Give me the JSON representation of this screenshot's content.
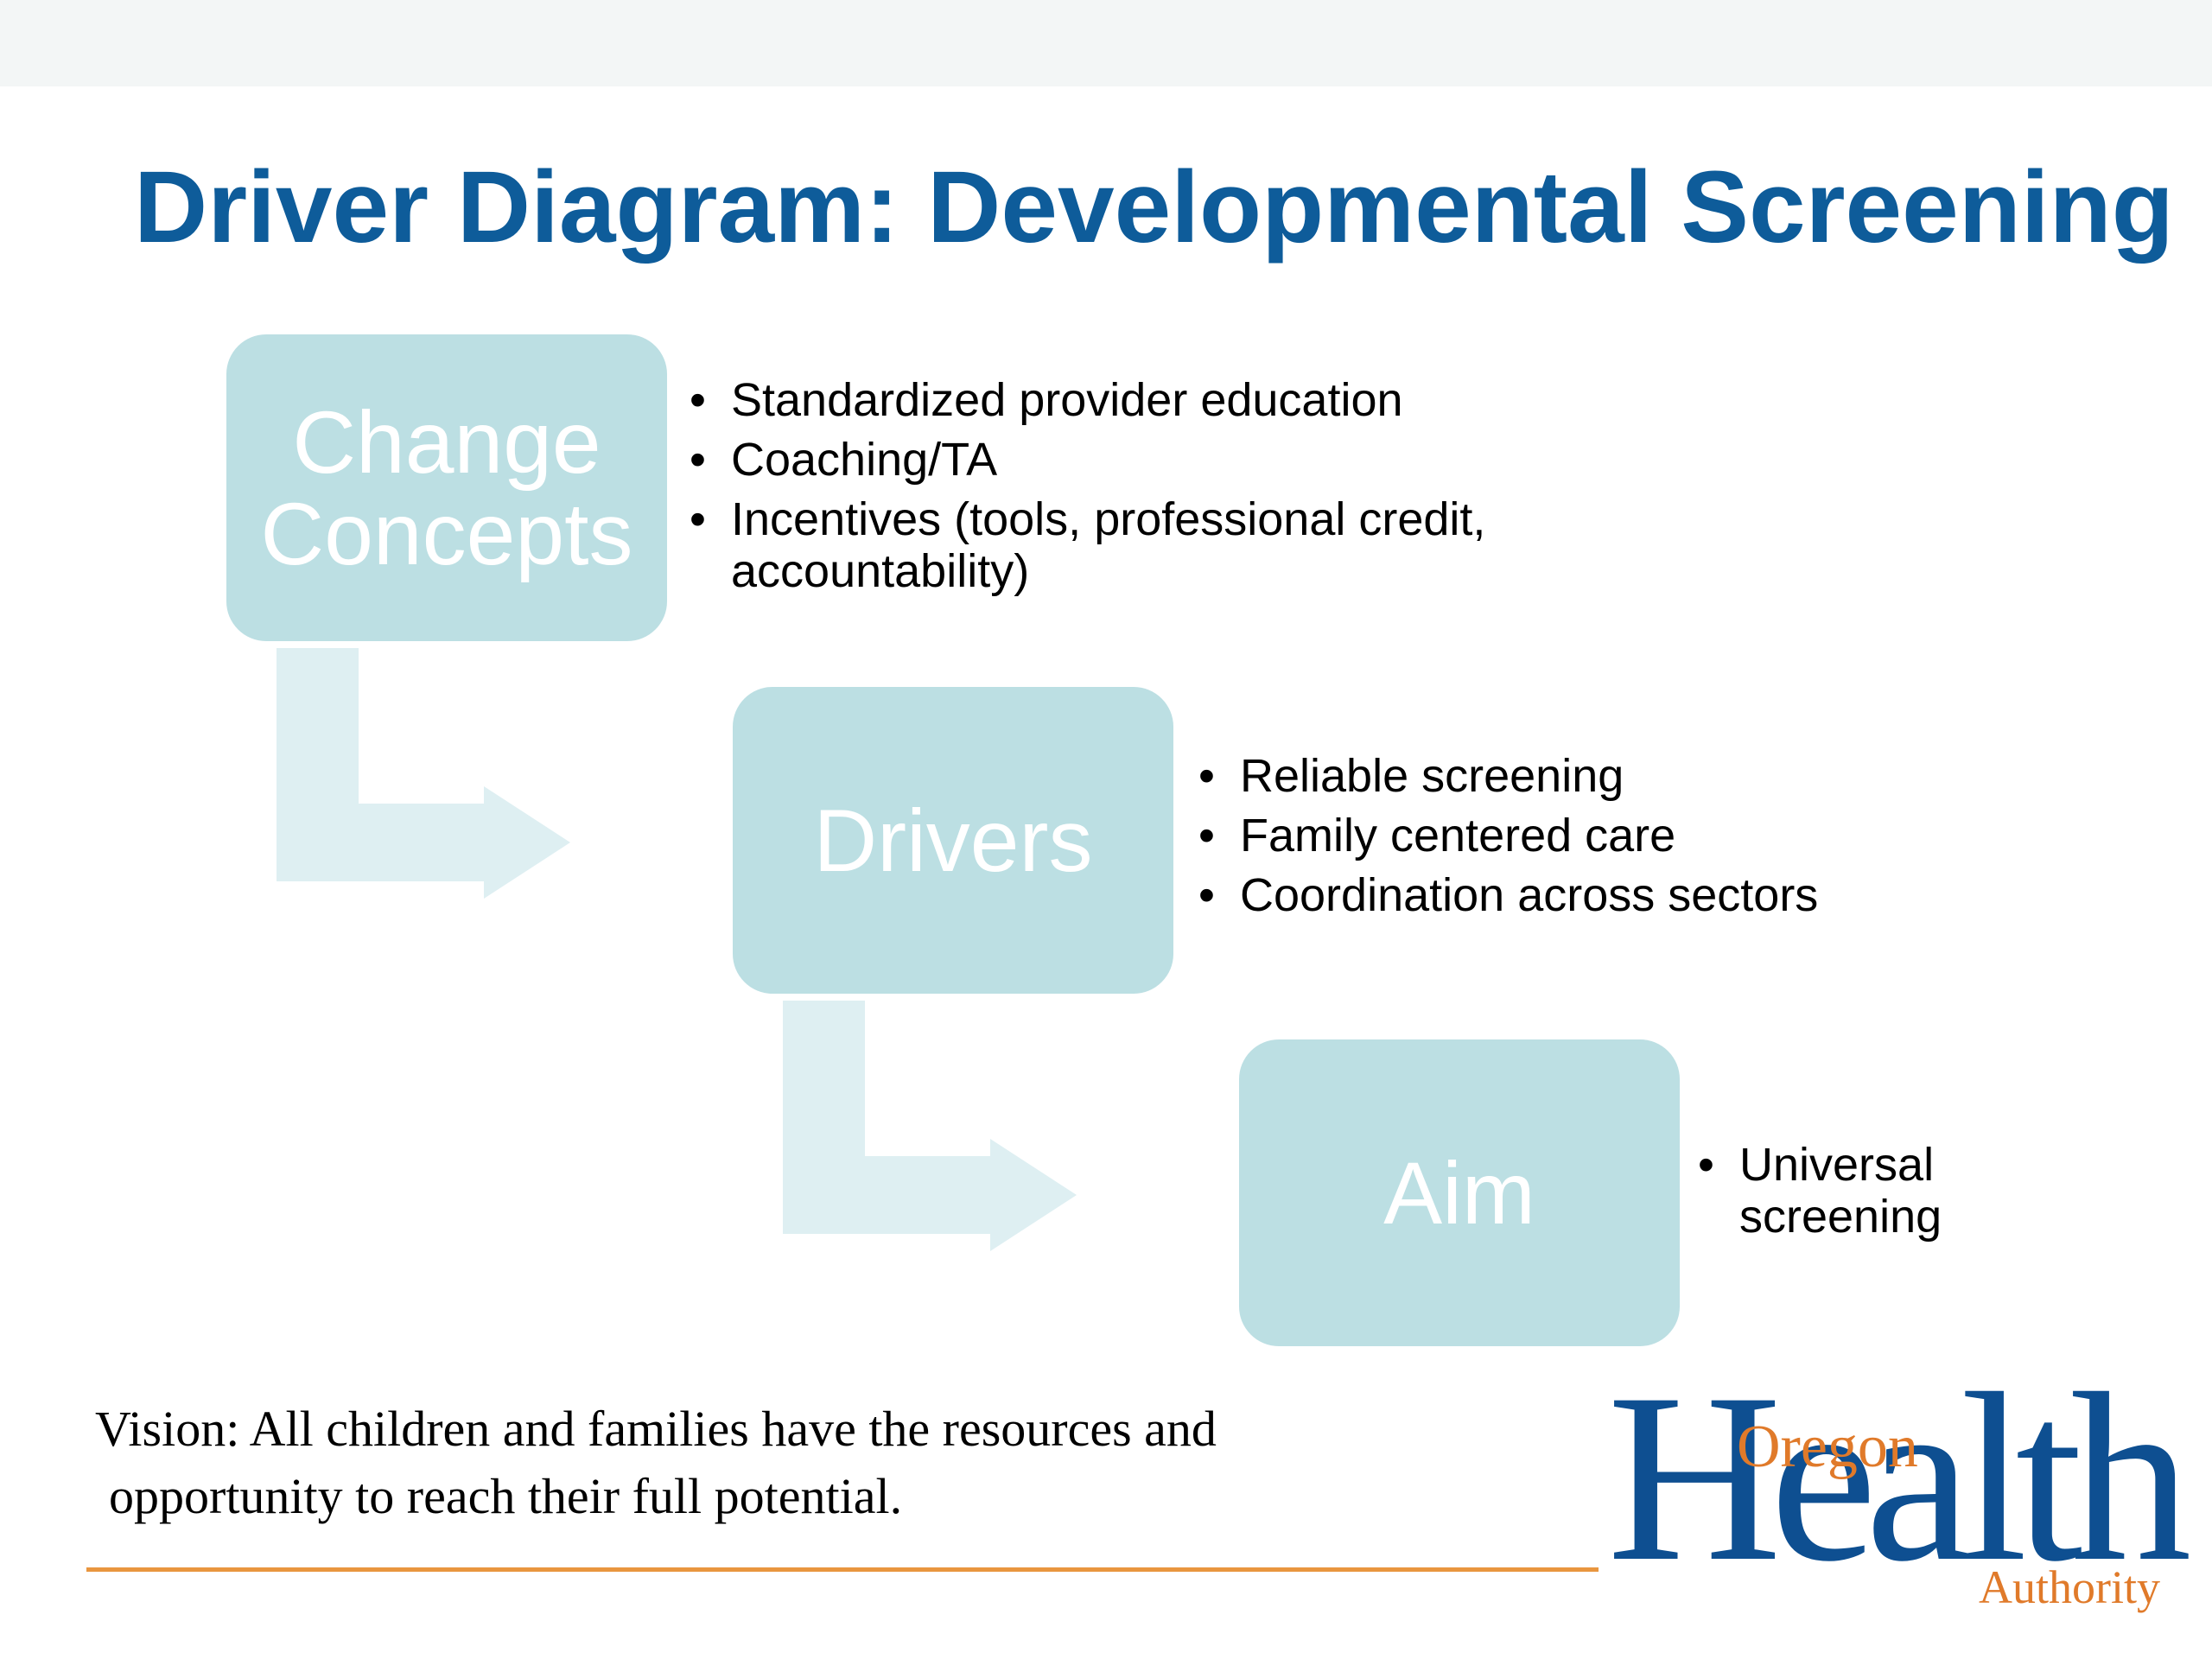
{
  "title": "Driver Diagram:  Developmental Screening",
  "colors": {
    "title": "#0e5c9a",
    "box": "#bcdfe3",
    "box_text": "#ffffff",
    "arrow": "#deeff2",
    "rule": "#e9963f",
    "logo_blue": "#0e4f91",
    "logo_orange": "#e07a2a"
  },
  "stages": [
    {
      "label_lines": [
        "Change",
        "Concepts"
      ],
      "bullets": [
        "Standardized provider education",
        "Coaching/TA",
        "Incentives (tools, professional credit, accountability)"
      ]
    },
    {
      "label_lines": [
        "Drivers"
      ],
      "bullets": [
        "Reliable screening",
        "Family centered care",
        "Coordination across sectors"
      ]
    },
    {
      "label_lines": [
        "Aim"
      ],
      "bullets": [
        "Universal screening"
      ]
    }
  ],
  "vision": {
    "line1": "Vision:  All children and families have the resources and",
    "line2": "opportunity to reach their full potential."
  },
  "logo": {
    "oregon": "Oregon",
    "health": "Health",
    "authority": "Authority"
  }
}
